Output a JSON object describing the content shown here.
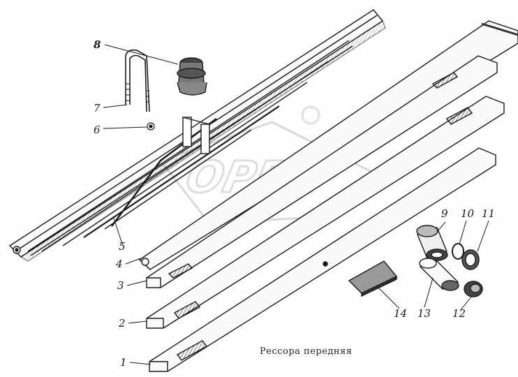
{
  "caption": "Рессора передняя",
  "watermark": "OPEX",
  "callouts": {
    "leaf_1": "1",
    "leaf_2": "2",
    "leaf_3": "3",
    "leaf_4": "4",
    "spring_assembly_5": "5",
    "nut_6": "6",
    "u_bolt_7": "7",
    "bump_stop_8": "8",
    "bushing_9": "9",
    "washer_10": "10",
    "ring_11": "11",
    "bushing_12": "12",
    "sleeve_13": "13",
    "plate_14": "14"
  },
  "colors": {
    "ink": "#1a1a1a",
    "watermark": "#c8c8c8",
    "paper": "#fdfdfb"
  }
}
